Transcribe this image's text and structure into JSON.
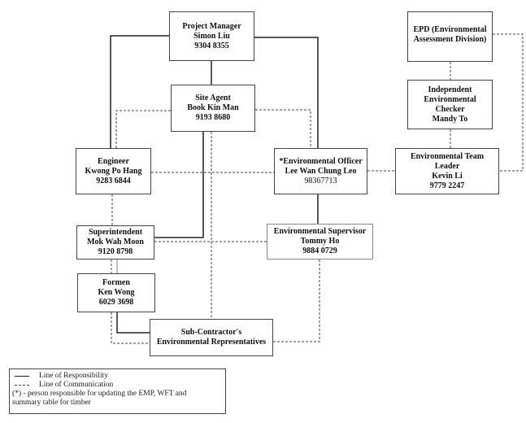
{
  "nodes": {
    "project_manager": {
      "lines": [
        "Project Manager",
        "Simon Liu",
        "9304 8355"
      ]
    },
    "site_agent": {
      "lines": [
        "Site Agent",
        "Book Kin Man",
        "9193 8680"
      ]
    },
    "engineer": {
      "lines": [
        "Engineer",
        "Kwong Po Hang",
        "9283 6844"
      ]
    },
    "environmental_officer": {
      "lines": [
        "*Environmental Officer",
        "Lee Wan Chung Leo",
        "98367713"
      ]
    },
    "epd": {
      "lines": [
        "EPD (Environmental",
        "Assessment Division)"
      ]
    },
    "iec": {
      "lines": [
        "Independent",
        "Environmental",
        "Checker",
        "Mandy To"
      ]
    },
    "etl": {
      "lines": [
        "Environmental Team",
        "Leader",
        "Kevin Li",
        "9779 2247"
      ]
    },
    "superintendent": {
      "lines": [
        "Superintendent",
        "Mok Wah Moon",
        "9120 8798"
      ]
    },
    "env_supervisor": {
      "lines": [
        "Environmental Supervisor",
        "Tommy Ho",
        "9884 0729"
      ]
    },
    "formen": {
      "lines": [
        "Formen",
        "Ken Wong",
        "6029 3698"
      ]
    },
    "subcontractor": {
      "lines": [
        "Sub-Contractor's",
        "Environmental Representatives"
      ]
    }
  },
  "legend": {
    "responsibility": "Line of Responsibility",
    "communication": "Line of Communication",
    "note": "(*) - person responsible for updating the EMP, WFT and summary table for timber"
  }
}
